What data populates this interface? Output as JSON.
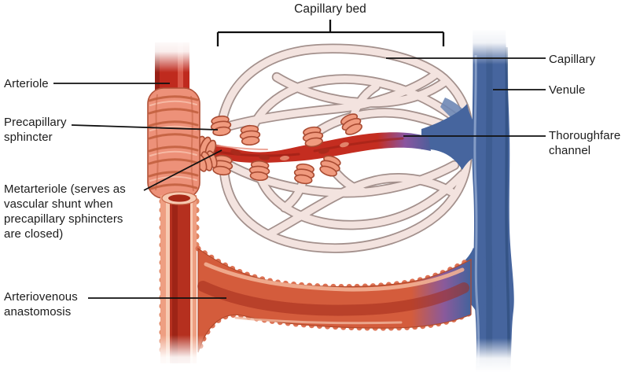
{
  "diagram": {
    "type": "anatomical-illustration",
    "subject": "capillary bed microcirculation"
  },
  "labels": {
    "capillary_bed": "Capillary bed",
    "arteriole": "Arteriole",
    "precapillary_sphincter": {
      "lines": [
        "Precapillary",
        "sphincter"
      ]
    },
    "metarteriole": {
      "lines": [
        "Metarteriole (serves as",
        "vascular shunt when",
        "precapillary sphincters",
        "are closed)"
      ]
    },
    "arteriovenous_anastomosis": {
      "lines": [
        "Arteriovenous",
        "anastomosis"
      ]
    },
    "capillary": "Capillary",
    "venule": "Venule",
    "thoroughfare_channel": {
      "lines": [
        "Thoroughfare",
        "channel"
      ]
    }
  },
  "colors": {
    "background": "#ffffff",
    "arteriole_red": "#bf2a1e",
    "arteriole_dark": "#8f1d13",
    "muscle_salmon": "#ed9179",
    "muscle_outline": "#b05138",
    "sphincter_coral": "#f09a7e",
    "capillary_pink": "#f3e3df",
    "capillary_outline": "#a3908c",
    "venule_blue": "#46659e",
    "venule_dark": "#2c4a7a",
    "transition_purple": "#8a55a0",
    "anastomosis_red": "#d45c3c",
    "anastomosis_core": "#a22c1b",
    "label_line": "#111111",
    "text": "#1b1b1b"
  }
}
